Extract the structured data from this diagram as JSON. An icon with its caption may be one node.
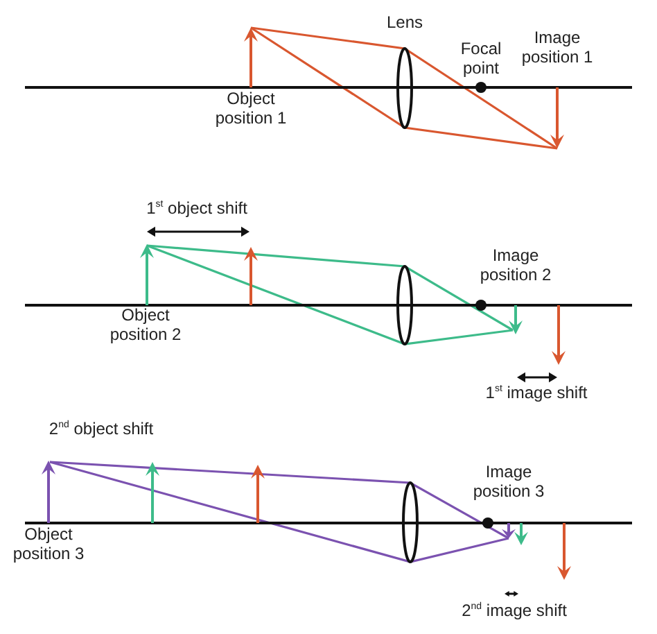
{
  "diagram": {
    "labels": [
      "Lens",
      "Focal point",
      "Image position 1",
      "Object position 1",
      "1$^{st}$ object shift",
      "Image position 2",
      "Object position 2",
      "1$^{st}$ image shift",
      "2$^{nd}$ object shift",
      "Image position 3",
      "Object position 3",
      "2$^{nd}$ image shift"
    ]
  }
}
